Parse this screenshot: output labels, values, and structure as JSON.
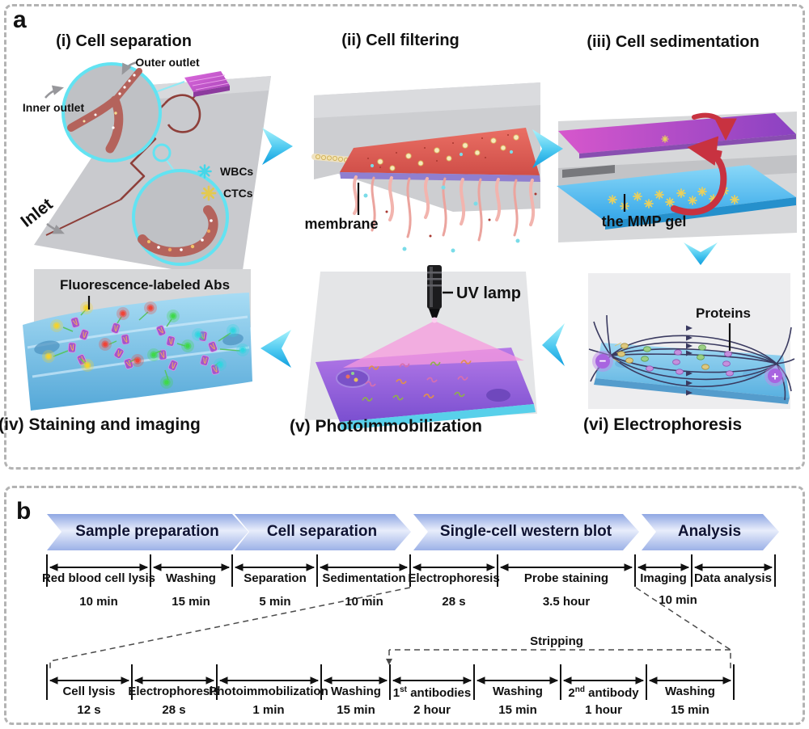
{
  "figure": {
    "panel_a_label": "a",
    "panel_b_label": "b"
  },
  "panel_a": {
    "steps": {
      "separation": {
        "title": "(i) Cell separation",
        "outer_outlet": "Outer outlet",
        "inner_outlet": "Inner outlet",
        "inlet": "Inlet",
        "legend_wbc": "WBCs",
        "legend_ctc": "CTCs"
      },
      "filtering": {
        "title": "(ii) Cell filtering",
        "membrane_label": "membrane"
      },
      "sedimentation": {
        "title": "(iii) Cell sedimentation",
        "gel_label": "the MMP gel"
      },
      "staining": {
        "title": "(iv) Staining and imaging",
        "abs_label": "Fluorescence-labeled Abs"
      },
      "photoimmobilization": {
        "title": "(v) Photoimmobilization",
        "uv_label": "UV lamp"
      },
      "electrophoresis": {
        "title": "(vi) Electrophoresis",
        "proteins_label": "Proteins",
        "neg": "−",
        "pos": "+"
      }
    }
  },
  "panel_b": {
    "phases": [
      {
        "label": "Sample preparation"
      },
      {
        "label": "Cell separation"
      },
      {
        "label": "Single-cell western blot"
      },
      {
        "label": "Analysis"
      }
    ],
    "timeline_main": [
      {
        "label": "Red blood cell lysis",
        "time": "10 min"
      },
      {
        "label": "Washing",
        "time": "15 min"
      },
      {
        "label": "Separation",
        "time": "5 min"
      },
      {
        "label": "Sedimentation",
        "time": "10 min"
      },
      {
        "label": "Electrophoresis",
        "time": "28 s"
      },
      {
        "label": "Probe staining",
        "time": "3.5 hour"
      },
      {
        "label": "Imaging",
        "time": "10 min"
      },
      {
        "label": "Data analysis",
        "time": ""
      }
    ],
    "timeline_detail": [
      {
        "label": "Cell lysis",
        "time": "12 s"
      },
      {
        "label": "Electrophoresis",
        "time": "28 s"
      },
      {
        "label": "Photoimmobilization",
        "time": "1 min"
      },
      {
        "label": "Washing",
        "time": "15 min"
      },
      {
        "label": "1st antibodies",
        "base": "1",
        "sup": "st",
        "rest": " antibodies",
        "time": "2 hour"
      },
      {
        "label": "Washing",
        "time": "15 min"
      },
      {
        "label": "2nd antibody",
        "base": "2",
        "sup": "nd",
        "rest": " antibody",
        "time": "1 hour"
      },
      {
        "label": "Washing",
        "time": "15 min"
      }
    ],
    "stripping": "Stripping"
  },
  "colors": {
    "flow_arrow_cyan": "#2ab4ea",
    "phase_chevron_blue": "#9cb1e7",
    "wbc_cyan": "#45d6e8",
    "ctc_yellow": "#e3c94f",
    "membrane_red": "#dd5c54",
    "gel_blue": "#55bdf2",
    "uv_light_pink": "#f79ade",
    "plate_magenta": "#c653c8",
    "slab_purple": "#9a6ad8"
  }
}
